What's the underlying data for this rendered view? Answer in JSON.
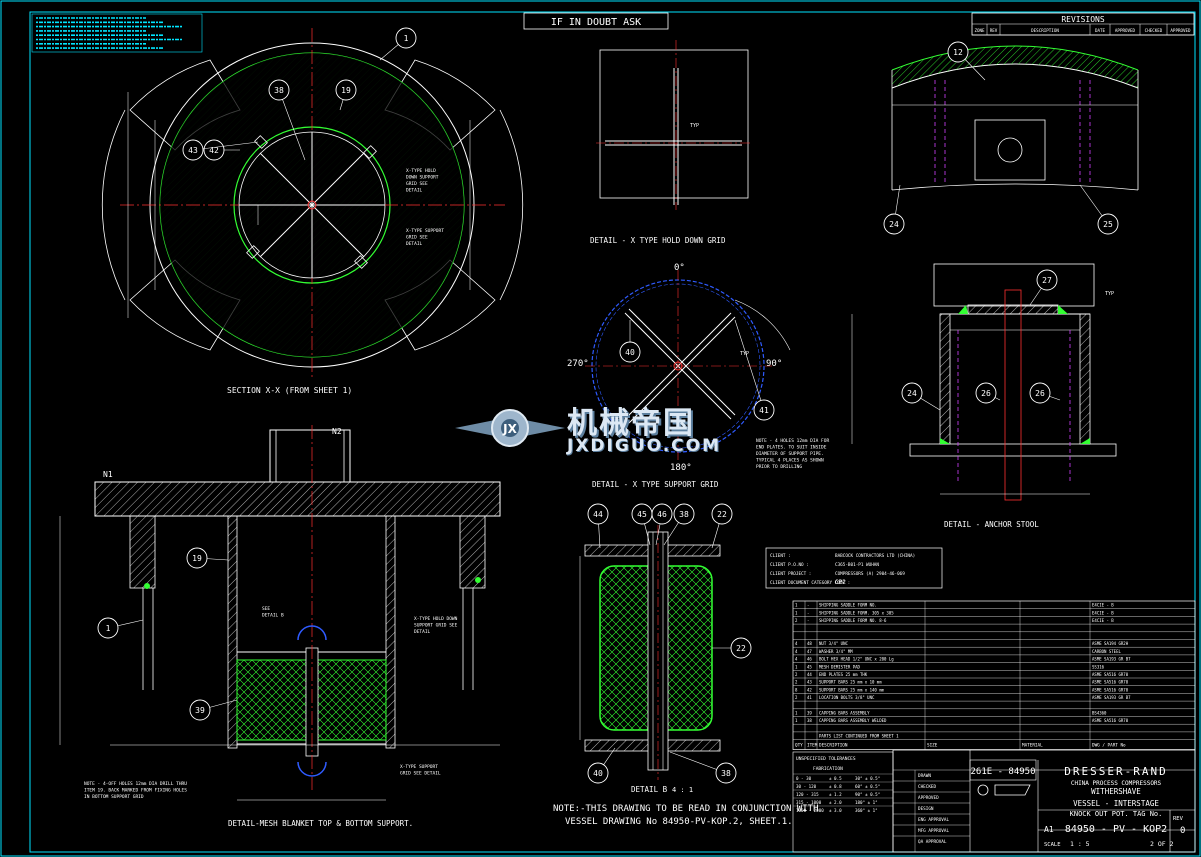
{
  "banner": "IF IN DOUBT ASK",
  "revisions": {
    "title": "REVISIONS",
    "headers": [
      "ZONE",
      "REV",
      "DESCRIPTION",
      "DATE",
      "APPROVED",
      "CHECKED",
      "APPROVED"
    ]
  },
  "views": {
    "section_xx": "SECTION X-X (FROM SHEET 1)",
    "detail_x_hold": "DETAIL - X TYPE HOLD DOWN GRID",
    "detail_x_support": "DETAIL - X TYPE SUPPORT GRID",
    "detail_anchor": "DETAIL - ANCHOR STOOL",
    "detail_mesh": "DETAIL-MESH BLANKET TOP & BOTTOM SUPPORT.",
    "detail_b": "DETAIL B",
    "detail_b_scale": "4 : 1"
  },
  "angles": {
    "a0": "0°",
    "a90": "90°",
    "a180": "180°",
    "a270": "270°"
  },
  "nozzles": {
    "n1": "N1",
    "n2": "N2"
  },
  "balloons": [
    "1",
    "19",
    "38",
    "42",
    "43",
    "12",
    "24",
    "25",
    "27",
    "26",
    "26",
    "24",
    "40",
    "41",
    "22",
    "1",
    "19",
    "39",
    "44",
    "45",
    "46",
    "38",
    "22",
    "40",
    "38"
  ],
  "callouts": {
    "x_type_hold": "X-TYPE HOLD DOWN SUPPORT GRID SEE DETAIL",
    "x_type_support": "X-TYPE SUPPORT GRID SEE DETAIL",
    "see_detail_b": "SEE DETAIL B",
    "mesh_note": "NOTE - 4-OFF HOLES 12mm DIA DRILL THRU ITEM 19. BACK MARKED FROM FIXING HOLES IN BOTTOM SUPPORT GRID",
    "support_note": "NOTE - 4 HOLES 12mm DIA FOR END PLATES. TO SUIT INSIDE DIAMETER OF SUPPORT PIPE. TYPICAL 4 PLACES AS SHOWN PRIOR TO DRILLING",
    "typ": "TYP"
  },
  "main_note": [
    "NOTE:-THIS DRAWING TO BE READ IN CONJUNCTION WITH",
    "VESSEL DRAWING No 84950-PV-KOP.2, SHEET.1."
  ],
  "client_block": [
    [
      "CLIENT :",
      "BABCOCK CONTRACTORS LTD (CHINA)"
    ],
    [
      "CLIENT P.O.NO :",
      "C365-B01-P1 WUHAN"
    ],
    [
      "CLIENT PROJECT :",
      "COMPRESSORS (A) 2904-46-069"
    ],
    [
      "CLIENT DOCUMENT CATEGORY CODE :",
      "GP2"
    ]
  ],
  "bom": {
    "headers": [
      "QTY",
      "ITEM",
      "DESCRIPTION",
      "SIZE",
      "MATERIAL",
      "DWG / PART No"
    ],
    "rows": [
      [
        "1",
        "-",
        "SHIPPING SADDLE FORM NO.",
        "",
        "",
        "E4CIE - B"
      ],
      [
        "1",
        "-",
        "SHIPPING SADDLE FORM. 305 x 305",
        "",
        "",
        "E4CIE - B"
      ],
      [
        "2",
        "-",
        "SHIPPING SADDLE FORM NO. 8-6",
        "",
        "",
        "E4CIE - B"
      ],
      [
        "",
        "",
        "",
        "",
        "",
        ""
      ],
      [
        "",
        "",
        "",
        "",
        "",
        ""
      ],
      [
        "4",
        "48",
        "NUT 3/4\" UNC",
        "",
        "",
        "ASME SA194 GR2H"
      ],
      [
        "4",
        "47",
        "WASHER 3/4\" MM",
        "",
        "",
        "CARBON STEEL"
      ],
      [
        "4",
        "46",
        "BOLT HEX HEAD 1/2\" UNC x 200 Lg",
        "",
        "",
        "ASME SA193 GR B7"
      ],
      [
        "1",
        "45",
        "MESH DEMISTER PAD",
        "",
        "",
        "SS316"
      ],
      [
        "2",
        "44",
        "END PLATES 25 mm THK",
        "",
        "",
        "ASME SA516 GR70"
      ],
      [
        "2",
        "43",
        "SUPPORT BARS 25 mm x 10 mm",
        "",
        "",
        "ASME SA516 GR70"
      ],
      [
        "8",
        "42",
        "SUPPORT BARS 25 mm x 140 mm",
        "",
        "",
        "ASME SA516 GR70"
      ],
      [
        "2",
        "41",
        "LOCATION BOLTS 3/8\" UNC",
        "",
        "",
        "ASME SA193 GR B7"
      ],
      [
        "",
        "",
        "",
        "",
        "",
        ""
      ],
      [
        "1",
        "39",
        "CAPPING BARS ASSEMBLY",
        "",
        "",
        "BS4360"
      ],
      [
        "1",
        "38",
        "CAPPING BARS ASSEMBLY WELDED",
        "",
        "",
        "ASME SA516 GR70"
      ],
      [
        "",
        "",
        "",
        "",
        "",
        ""
      ],
      [
        "",
        "",
        "PARTS LIST CONTINUED FROM SHEET 1",
        "",
        "",
        ""
      ]
    ]
  },
  "tolerances": {
    "title": "UNSPECIFIED TOLERANCES",
    "sub": "FABRICATION",
    "rows": [
      [
        "0 - 30",
        "± 0.5",
        "30° ± 0.5°"
      ],
      [
        "30 - 120",
        "± 0.8",
        "60° ± 0.5°"
      ],
      [
        "120 - 315",
        "± 1.2",
        "90° ± 0.5°"
      ],
      [
        "315 - 1000",
        "± 2.0",
        "180° ± 1°"
      ],
      [
        "1000 - 2000",
        "± 3.0",
        "360° ± 1°"
      ]
    ]
  },
  "sign_block": [
    "DRAWN",
    "CHECKED",
    "APPROVED",
    "DESIGN",
    "ENG APPROVAL",
    "MFG APPROVAL",
    "QA APPROVAL"
  ],
  "title_block": {
    "company": "DRESSER-RAND",
    "sub1": "CHINA PROCESS COMPRESSORS",
    "sub2": "WITHERSHAVE",
    "title1": "VESSEL - INTERSTAGE",
    "title2": "KNOCK OUT POT. TAG No.",
    "project_no": "261E - 84950",
    "drawing_no": "84950 - PV - KOP2",
    "size": "A1",
    "rev": "0",
    "sheet": "2 OF 2",
    "scale_label": "SCALE",
    "scale": "1 : 5",
    "rev_label": "REV"
  },
  "watermark": {
    "cn": "机械帝国",
    "en": "JXDIGUO.COM"
  },
  "colors": {
    "line": "#ffffff",
    "cyan": "#00e5ff",
    "green": "#33ff33",
    "yellow": "#ffff33",
    "red": "#ff3030",
    "blue": "#2f5bff",
    "magenta": "#d040ff"
  }
}
